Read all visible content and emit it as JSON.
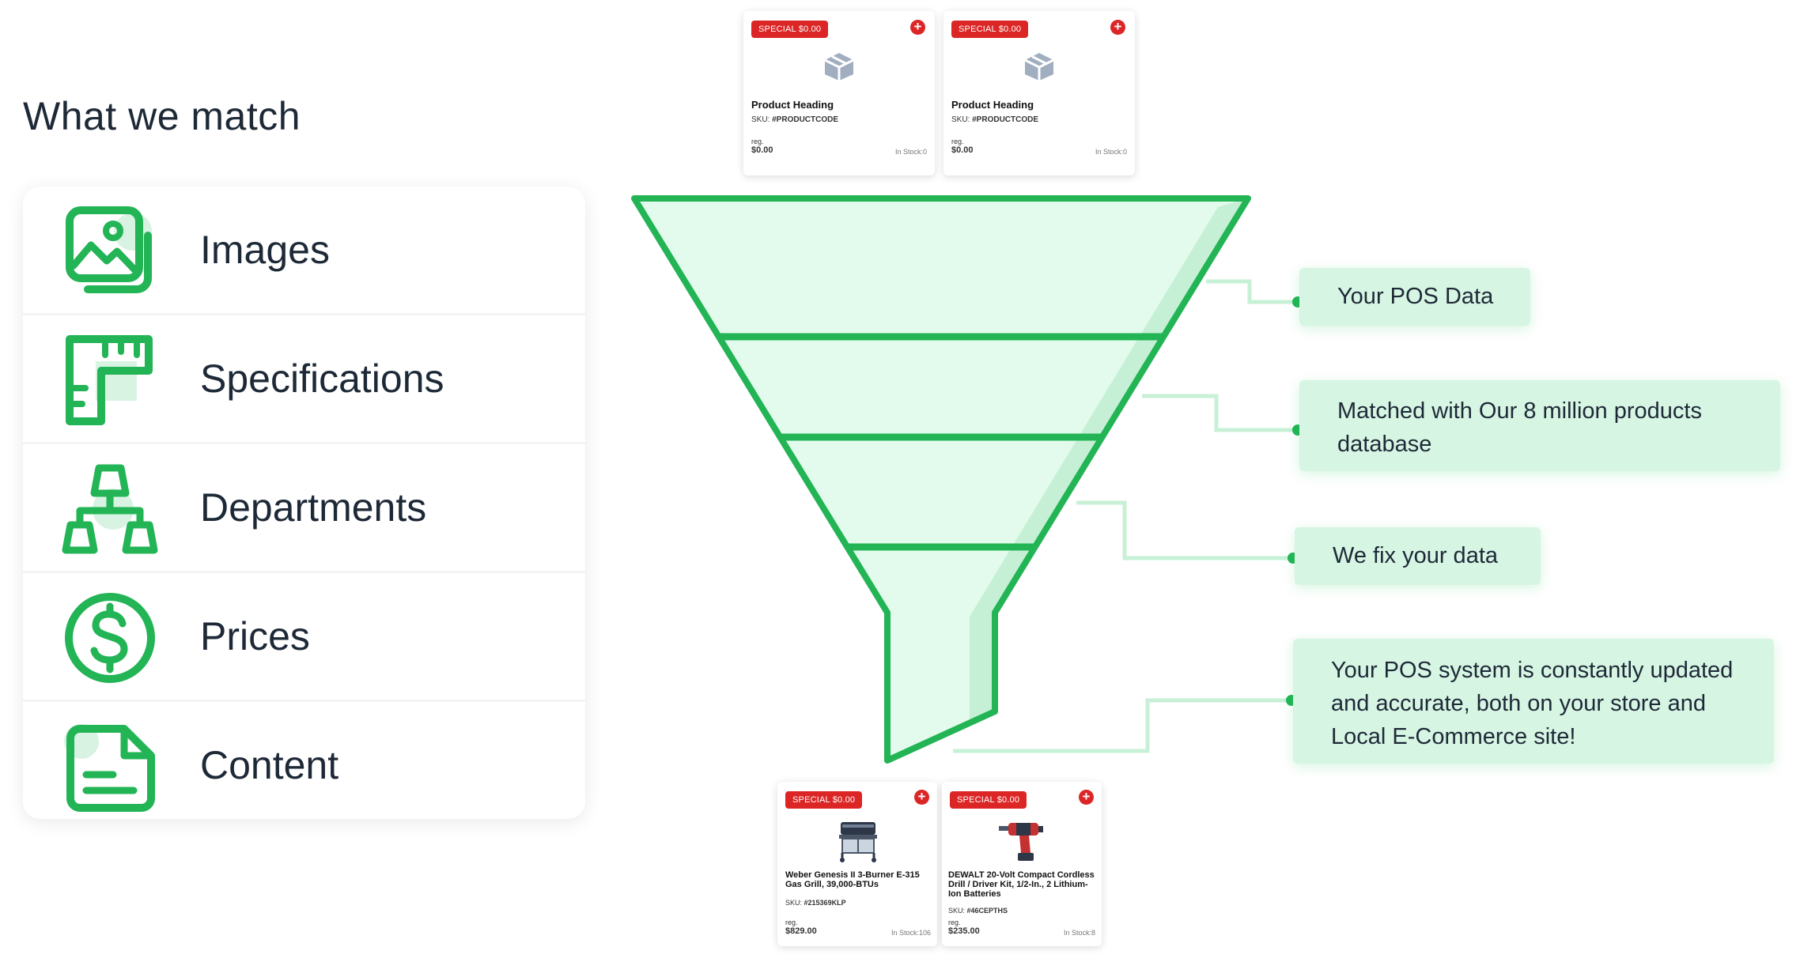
{
  "heading": "What we match",
  "match_items": [
    {
      "label": "Images",
      "icon": "image-icon"
    },
    {
      "label": "Specifications",
      "icon": "ruler-icon"
    },
    {
      "label": "Departments",
      "icon": "hierarchy-icon"
    },
    {
      "label": "Prices",
      "icon": "dollar-icon"
    },
    {
      "label": "Content",
      "icon": "document-icon"
    }
  ],
  "top_products": [
    {
      "badge": "SPECIAL $0.00",
      "heading": "Product Heading",
      "sku_label": "SKU:",
      "sku": "#PRODUCTCODE",
      "reg_label": "reg.",
      "price": "$0.00",
      "stock": "In Stock:0"
    },
    {
      "badge": "SPECIAL $0.00",
      "heading": "Product Heading",
      "sku_label": "SKU:",
      "sku": "#PRODUCTCODE",
      "reg_label": "reg.",
      "price": "$0.00",
      "stock": "In Stock:0"
    }
  ],
  "bottom_products": [
    {
      "badge": "SPECIAL $0.00",
      "heading": "Weber Genesis II 3-Burner E-315 Gas Grill, 39,000-BTUs",
      "sku_label": "SKU:",
      "sku": "#215369KLP",
      "reg_label": "reg.",
      "price": "$829.00",
      "stock": "In Stock:106"
    },
    {
      "badge": "SPECIAL $0.00",
      "heading": "DEWALT 20-Volt Compact Cordless Drill / Driver Kit, 1/2-In., 2 Lithium-Ion Batteries",
      "sku_label": "SKU:",
      "sku": "#46CEPTHS",
      "reg_label": "reg.",
      "price": "$235.00",
      "stock": "In Stock:8"
    }
  ],
  "steps": [
    "Your POS Data",
    "Matched with Our 8 million products database",
    "We fix your data",
    "Your POS system is constantly updated and accurate, both on your store and Local E-Commerce site!"
  ],
  "colors": {
    "green": "#22b455",
    "funnel_fill": "#e2fbec",
    "step_bg": "#d6f5e3",
    "red": "#dc2626"
  }
}
